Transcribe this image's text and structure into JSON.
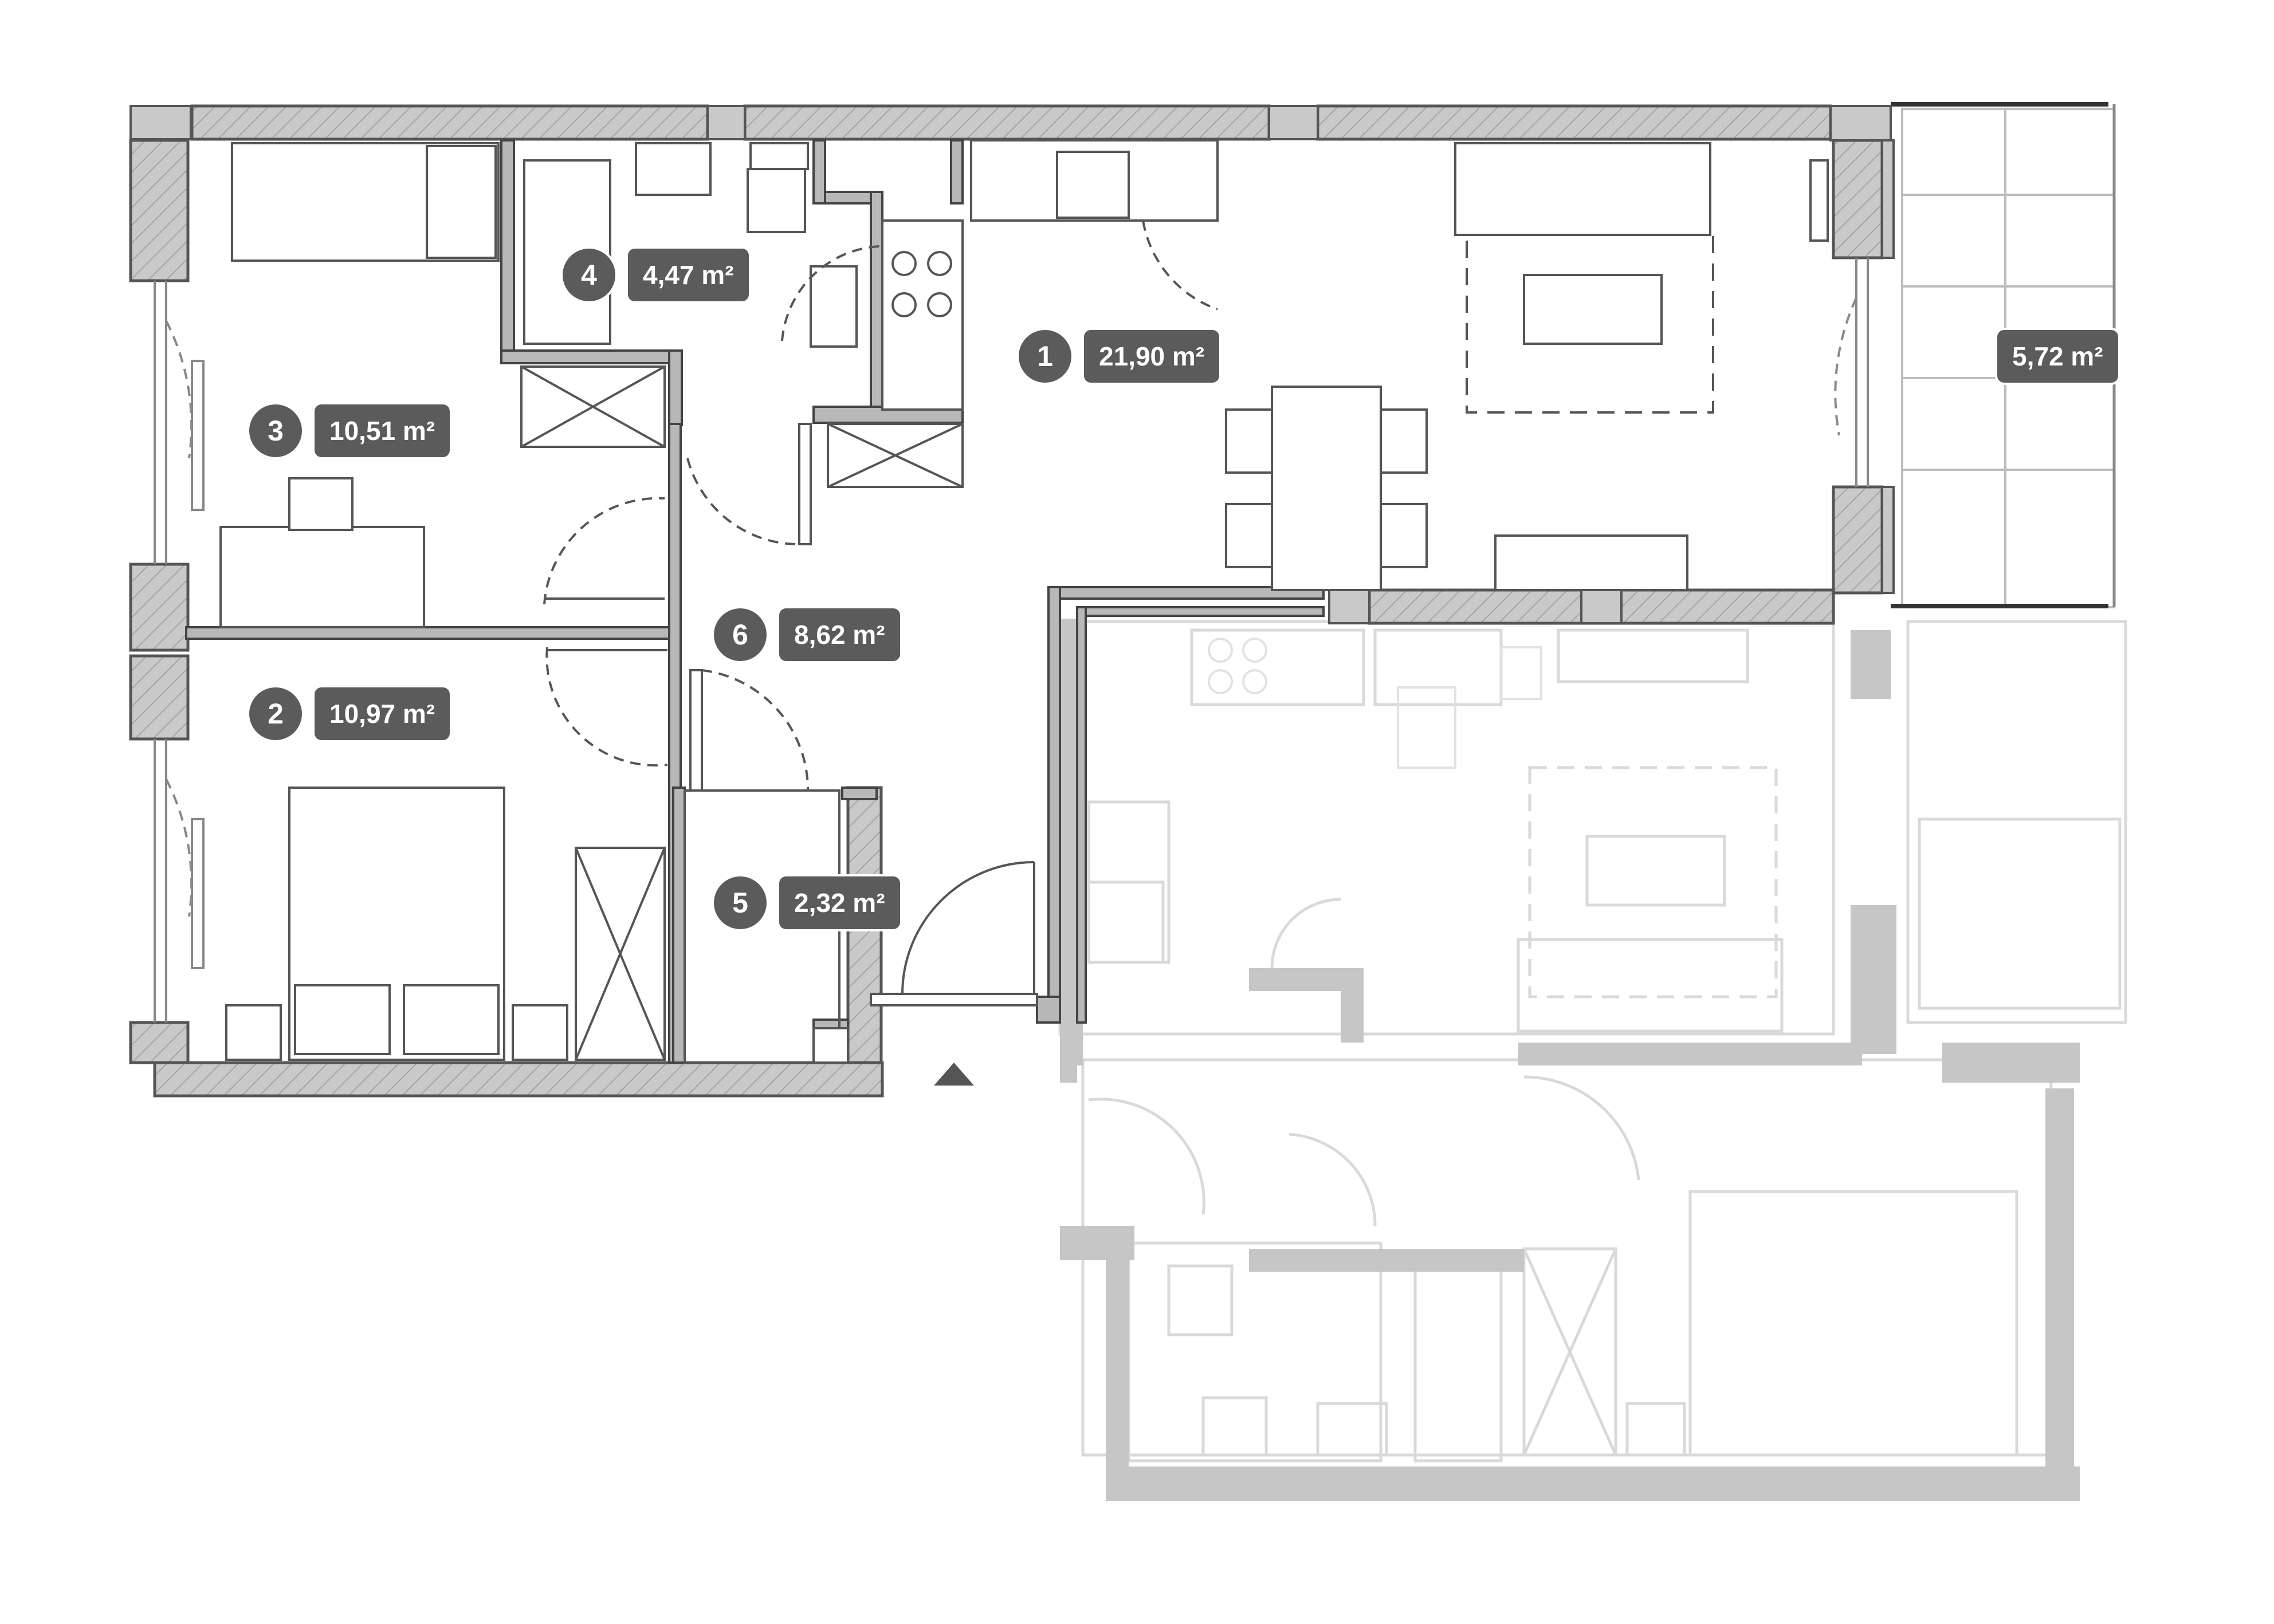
{
  "rooms": [
    {
      "number": "1",
      "area": "21,90 m²"
    },
    {
      "number": "2",
      "area": "10,97 m²"
    },
    {
      "number": "3",
      "area": "10,51 m²"
    },
    {
      "number": "4",
      "area": "4,47 m²"
    },
    {
      "number": "5",
      "area": "2,32 m²"
    },
    {
      "number": "6",
      "area": "8,62 m²"
    }
  ],
  "balcony": {
    "area": "5,72 m²"
  }
}
